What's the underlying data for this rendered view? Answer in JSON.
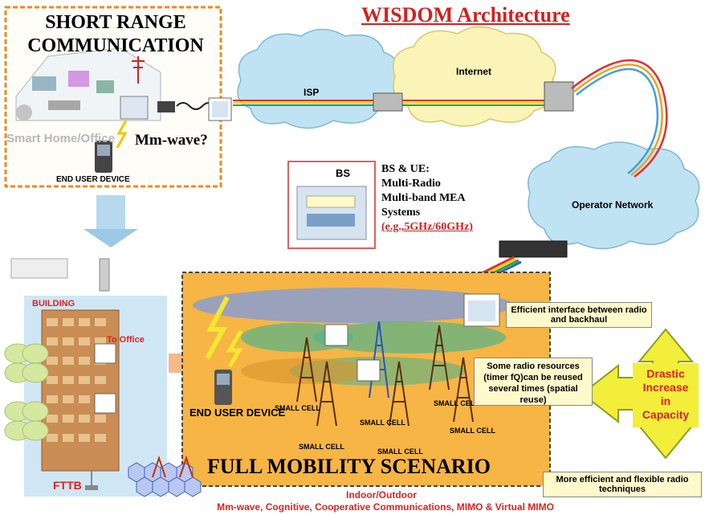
{
  "title": "WISDOM Architecture",
  "short_range": {
    "title_line1": "SHORT RANGE",
    "title_line2": "COMMUNICATION",
    "smart_home": "Smart Home/Office",
    "mm_wave": "Mm-wave?",
    "end_user_device": "END USER DEVICE"
  },
  "network": {
    "isp": "ISP",
    "internet": "Internet",
    "operator_network": "Operator Network"
  },
  "bs_box": {
    "label": "BS",
    "heading": "BS & UE:",
    "line1": "Multi-Radio",
    "line2": "Multi-band  MEA",
    "line3": "Systems",
    "link": "(e.g.,5GHz/60GHz)"
  },
  "building": {
    "label": "BUILDING",
    "to_office": "To Office",
    "fttb": "FTTB"
  },
  "mobility": {
    "end_user_device": "END USER DEVICE",
    "small_cells": [
      "SMALL CELL",
      "SMALL CELL",
      "SMALL CELL",
      "SMALL CELL",
      "SMALL CELL",
      "SMALL CELL"
    ],
    "title": "FULL MOBILITY SCENARIO",
    "indoor_outdoor": "Indoor/Outdoor",
    "techniques": "Mm-wave, Cognitive, Cooperative Communications, MIMO & Virtual MIMO"
  },
  "notes": {
    "interface": "Efficient interface between radio and backhaul",
    "reuse": "Some radio resources (timer fQ)can be reused several times (spatial reuse)",
    "efficient": "More efficient and flexible radio techniques"
  },
  "capacity": {
    "line1": "Drastic",
    "line2": "Increase",
    "line3": "in",
    "line4": "Capacity"
  },
  "colors": {
    "title_red": "#d32020",
    "cloud_isp": "#bfe3f2",
    "cloud_internet": "#fbf4b8",
    "arrow_yellow": "#f2ee3a",
    "scenario_orange": "#f6b544"
  }
}
